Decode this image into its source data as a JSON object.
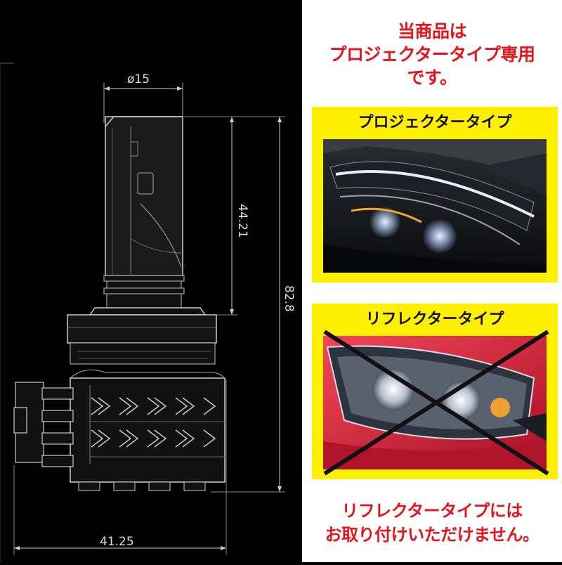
{
  "drawing": {
    "diameter_label": "ø15",
    "height_upper_label": "44.21",
    "height_total_label": "82.8",
    "width_label": "41.25"
  },
  "notice_top": {
    "line1": "当商品は",
    "line2": "プロジェクタータイプ専用",
    "line3": "です。"
  },
  "projector_panel": {
    "title": "プロジェクタータイプ",
    "status": "compatible"
  },
  "reflector_panel": {
    "title": "リフレクタータイプ",
    "status": "not-compatible",
    "cross_mark": "x-icon"
  },
  "notice_bottom": {
    "line1": "リフレクタータイプには",
    "line2": "お取り付けいただけません。"
  },
  "colors": {
    "accent_red": "#e8141c",
    "panel_yellow": "#fff000",
    "background_left": "#000000"
  }
}
